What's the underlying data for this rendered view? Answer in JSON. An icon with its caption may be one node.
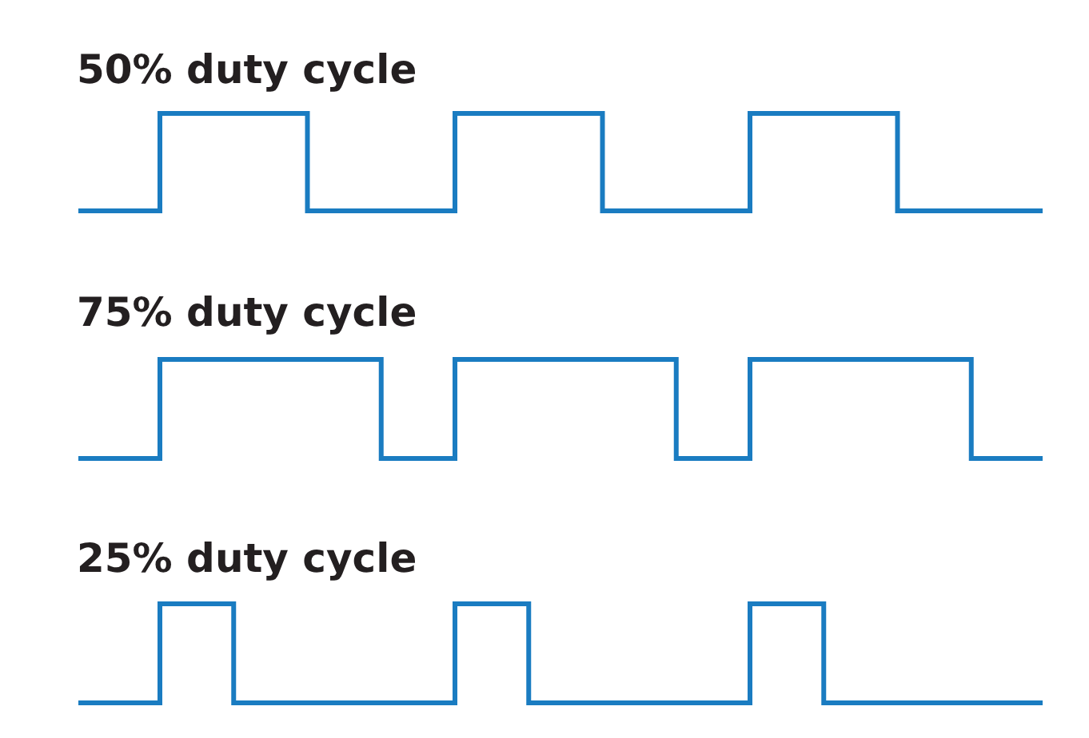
{
  "diagram": {
    "labels": [
      "50% duty cycle",
      "75% duty cycle",
      "25% duty cycle"
    ]
  }
}
